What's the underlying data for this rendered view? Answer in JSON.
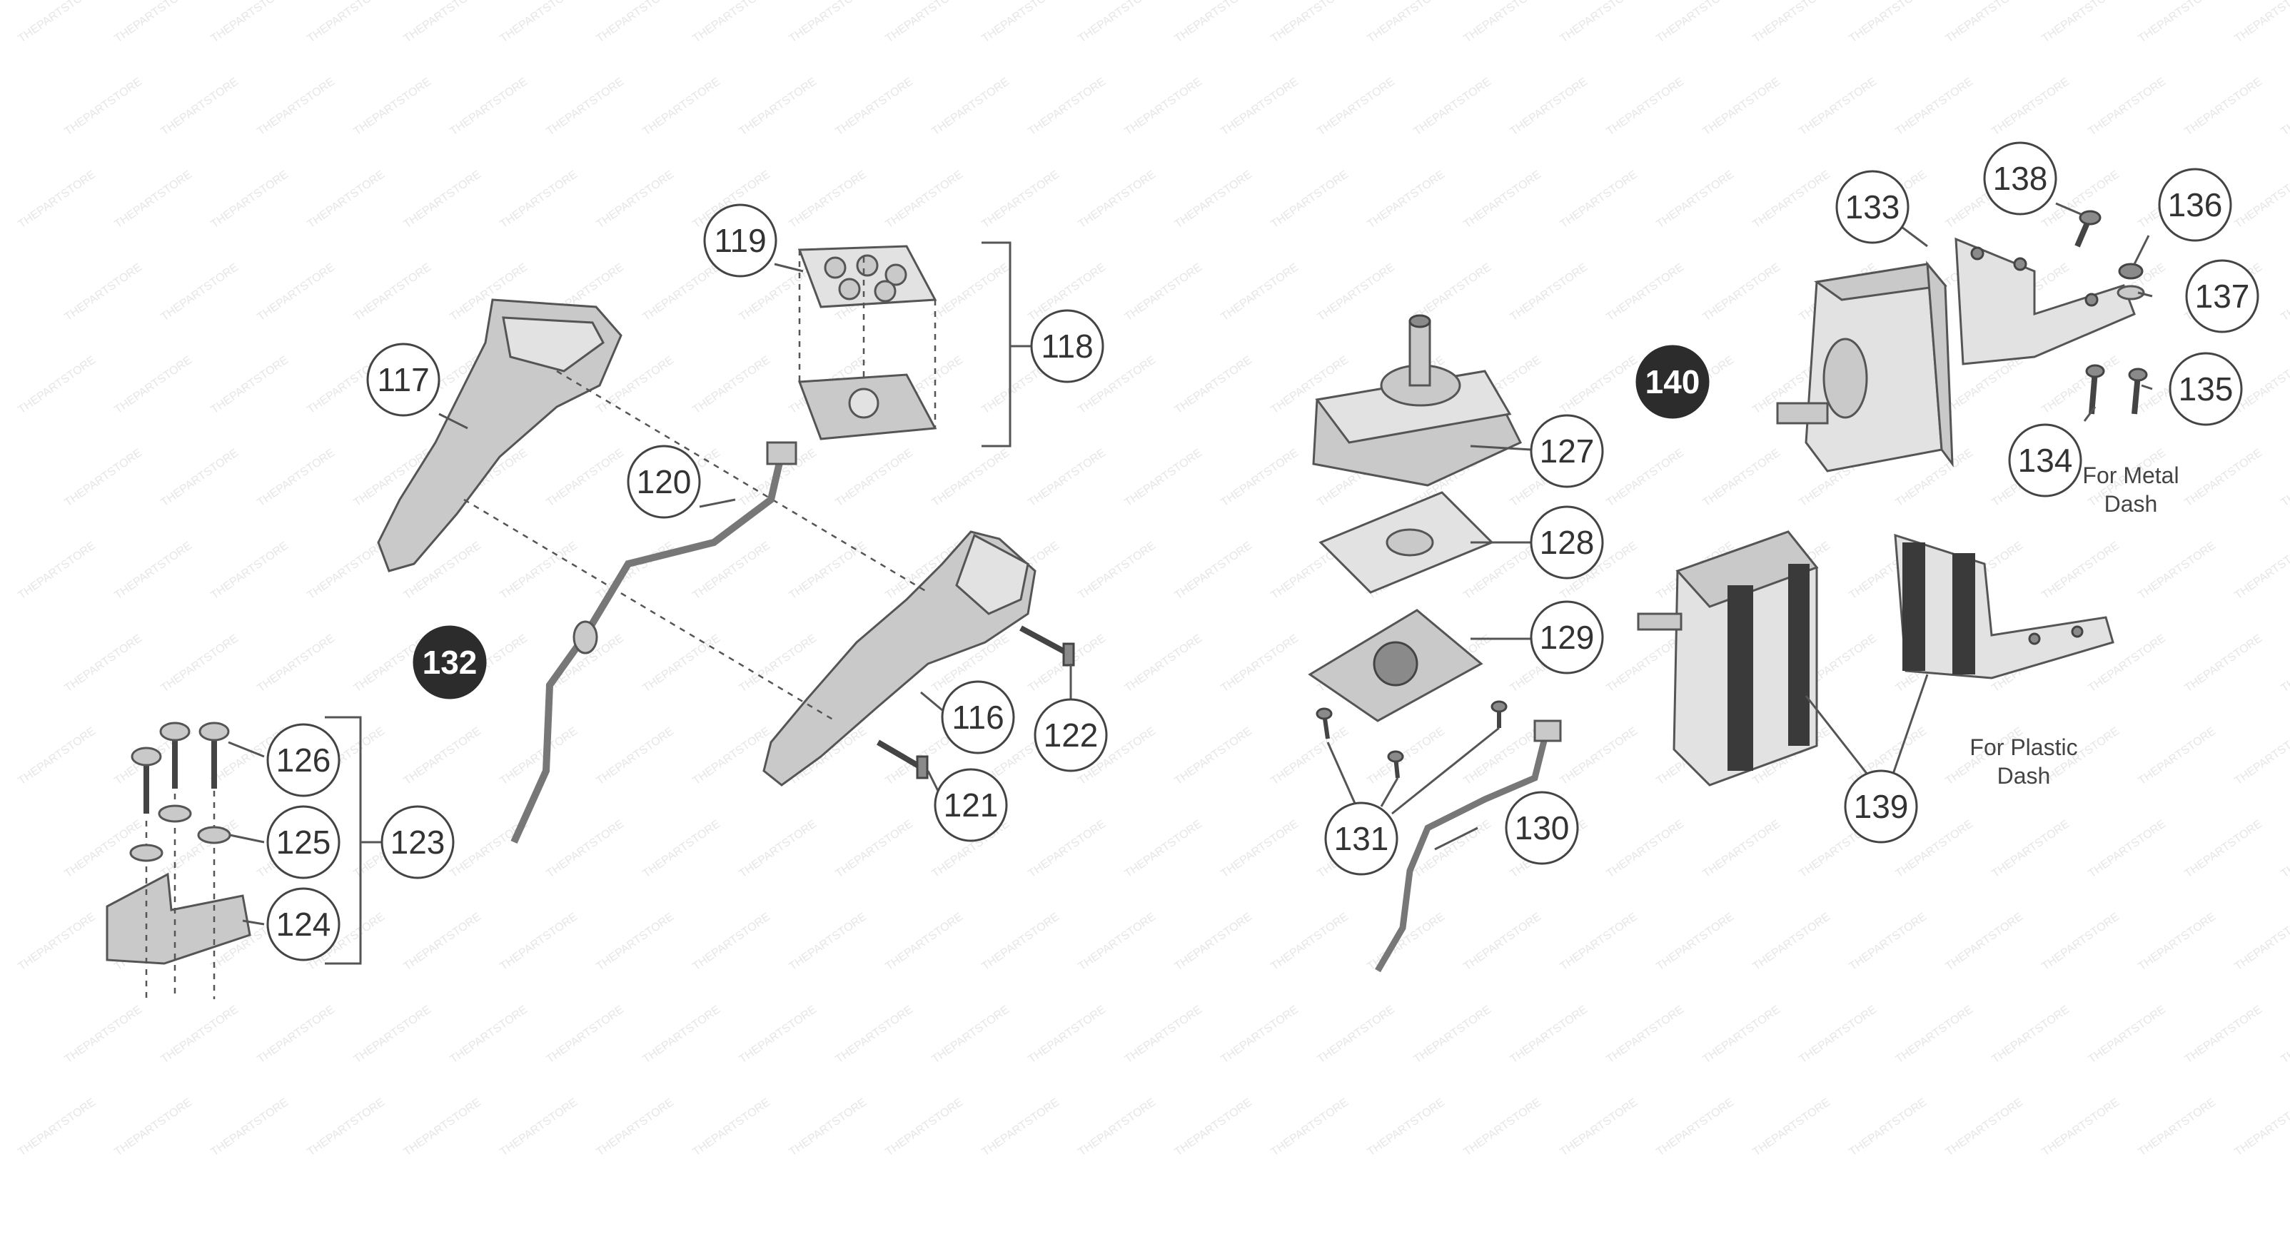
{
  "watermark": "THEPARTSTORE",
  "callouts": {
    "c116": "116",
    "c117": "117",
    "c118": "118",
    "c119": "119",
    "c120": "120",
    "c121": "121",
    "c122": "122",
    "c123": "123",
    "c124": "124",
    "c125": "125",
    "c126": "126",
    "c127": "127",
    "c128": "128",
    "c129": "129",
    "c130": "130",
    "c131": "131",
    "c132": "132",
    "c133": "133",
    "c134": "134",
    "c135": "135",
    "c136": "136",
    "c137": "137",
    "c138": "138",
    "c139": "139",
    "c140": "140"
  },
  "captions": {
    "metal_line1": "For Metal",
    "metal_line2": "Dash",
    "plastic_line1": "For Plastic",
    "plastic_line2": "Dash"
  }
}
